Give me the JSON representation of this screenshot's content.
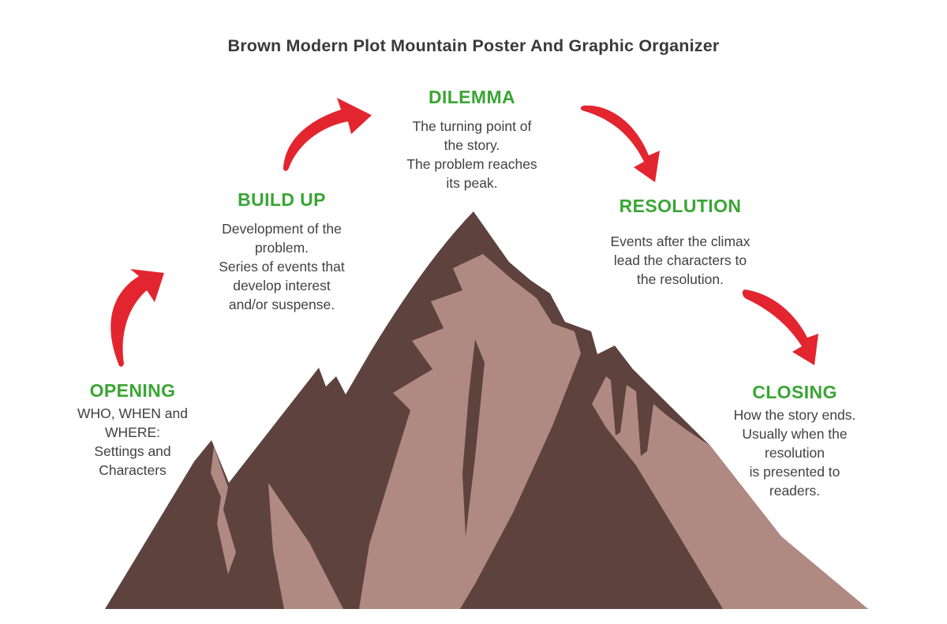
{
  "title": "Brown Modern Plot Mountain Poster And Graphic Organizer",
  "colors": {
    "heading_green": "#3aa535",
    "arrow_red": "#e2252e",
    "mountain_dark": "#5e423d",
    "mountain_light": "#b08983",
    "title_text": "#3a3a3a",
    "body_text": "#414141",
    "background": "#ffffff"
  },
  "stages": [
    {
      "label": "OPENING",
      "description": "WHO, WHEN and\nWHERE:\nSettings and\nCharacters"
    },
    {
      "label": "BUILD UP",
      "description": "Development of the\nproblem.\nSeries of events that\ndevelop interest\nand/or suspense."
    },
    {
      "label": "DILEMMA",
      "description": "The turning point of\nthe story.\nThe problem reaches\nits peak."
    },
    {
      "label": "RESOLUTION",
      "description": "Events after the climax\nlead the characters to\nthe resolution."
    },
    {
      "label": "CLOSING",
      "description": "How the story ends.\nUsually when the\nresolution\nis presented to\nreaders."
    }
  ]
}
